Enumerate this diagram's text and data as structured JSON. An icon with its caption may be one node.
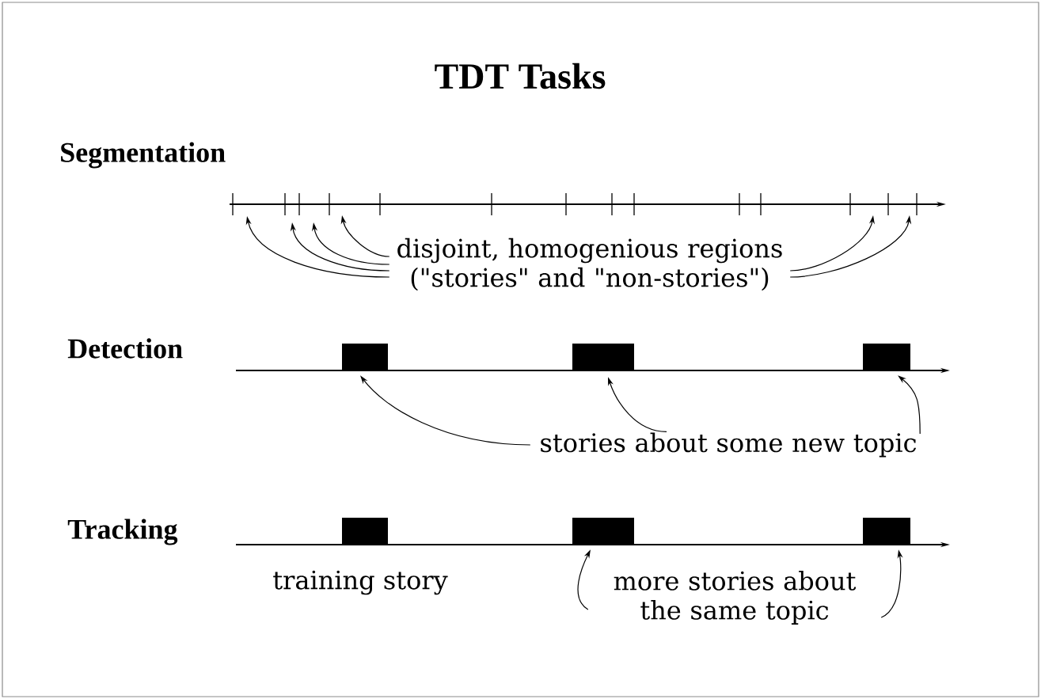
{
  "diagram": {
    "title": "TDT Tasks",
    "nodes": [
      {
        "text": [
          "disjoint, homogenious regions (\"stories\" and \"non-stories\")"
        ]
      },
      {
        "text": [],
        "shape": "bar"
      },
      {
        "text": [],
        "shape": "bar"
      },
      {
        "text": [],
        "shape": "bar"
      },
      {
        "text": [
          "stories about some new topic"
        ]
      },
      {
        "text": [],
        "shape": "bar"
      },
      {
        "text": [],
        "shape": "bar"
      },
      {
        "text": [],
        "shape": "bar"
      },
      {
        "text": [
          "more stories about the same topic"
        ]
      }
    ],
    "edges": [
      {
        "from": 0,
        "to": null,
        "arrow": "to"
      },
      {
        "from": 0,
        "to": null,
        "arrow": "to"
      },
      {
        "from": 0,
        "to": null,
        "arrow": "to"
      },
      {
        "from": 0,
        "to": null,
        "arrow": "to"
      },
      {
        "from": 0,
        "to": null,
        "arrow": "to"
      },
      {
        "from": 0,
        "to": null,
        "arrow": "to"
      },
      {
        "from": 4,
        "to": 1,
        "arrow": "to"
      },
      {
        "from": 4,
        "to": 2,
        "arrow": "to"
      },
      {
        "from": 4,
        "to": 3,
        "arrow": "to"
      },
      {
        "from": 8,
        "to": 6,
        "arrow": "to"
      },
      {
        "from": 8,
        "to": 7,
        "arrow": "to"
      }
    ],
    "labels": [
      "Segmentation",
      "Detection",
      "Tracking",
      "training story"
    ]
  }
}
